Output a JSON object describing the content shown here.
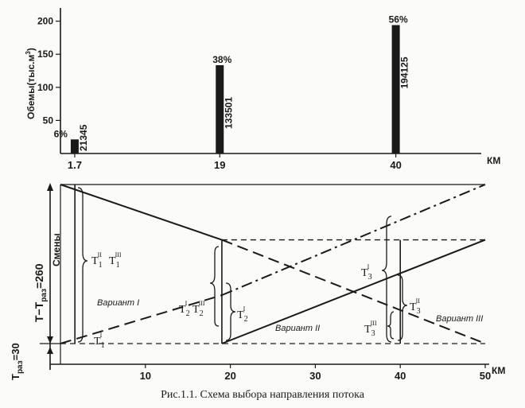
{
  "caption": "Рис.1.1. Схема выбора направления потока",
  "chart_data": [
    {
      "type": "bar",
      "ylabel": "Обемы(тыс.м",
      "ylabel_sup": "3",
      "ylabel_end": ")",
      "xlabel": "КМ",
      "ylim": [
        0,
        220
      ],
      "y_ticks": [
        50,
        100,
        150,
        200
      ],
      "categories": [
        "1.7",
        "19",
        "40"
      ],
      "x": [
        1.7,
        19,
        40
      ],
      "values": [
        21345,
        133501,
        194125
      ],
      "bar_heights": [
        21.3,
        133.5,
        194.1
      ],
      "percent_labels": [
        "6%",
        "38%",
        "56%"
      ],
      "value_labels": [
        "21345",
        "133501",
        "194125"
      ]
    },
    {
      "type": "line",
      "xlabel": "КМ",
      "xlim": [
        0,
        50
      ],
      "x_ticks": [
        10,
        20,
        30,
        40,
        50
      ],
      "ylim": [
        0,
        260
      ],
      "left_labels": {
        "t_top": "T−T",
        "t_top_sub": "раз",
        "t_top_val": "=260",
        "smeny": "Смены",
        "t_bottom": "T",
        "t_bottom_sub": "раз",
        "t_bottom_val": "=30"
      },
      "annotations": {
        "v1": "Вариант I",
        "v2": "Вариант II",
        "v3": "Вариант III",
        "T": "T",
        "sub1": "1",
        "sub2": "2",
        "sub3": "3",
        "sup1": "I",
        "sup2": "II",
        "sup3": "III"
      },
      "series": [
        {
          "style": "solid",
          "points": [
            [
              0,
              260
            ],
            [
              19,
              180
            ]
          ]
        },
        {
          "style": "dashed",
          "points": [
            [
              19,
              180
            ],
            [
              50,
              30
            ]
          ]
        },
        {
          "style": "dashed",
          "points": [
            [
              0,
              30
            ],
            [
              19,
              100
            ]
          ]
        },
        {
          "style": "dash-dot",
          "points": [
            [
              19,
              100
            ],
            [
              50,
              260
            ]
          ]
        },
        {
          "style": "solid",
          "points": [
            [
              19,
              30
            ],
            [
              50,
              180
            ]
          ]
        }
      ],
      "reference_lines": [
        {
          "style": "solid",
          "points": [
            [
              0,
              260
            ],
            [
              50,
              260
            ]
          ]
        },
        {
          "style": "dashed",
          "points": [
            [
              19,
              180
            ],
            [
              50,
              180
            ]
          ]
        },
        {
          "style": "dashed",
          "points": [
            [
              0,
              30
            ],
            [
              50,
              30
            ]
          ]
        }
      ],
      "vertical_markers": [
        {
          "x": 1.7,
          "from": 30,
          "to": 260
        },
        {
          "x": 19,
          "from": 30,
          "to": 180
        },
        {
          "x": 40,
          "from": 30,
          "to": 180
        }
      ]
    }
  ]
}
